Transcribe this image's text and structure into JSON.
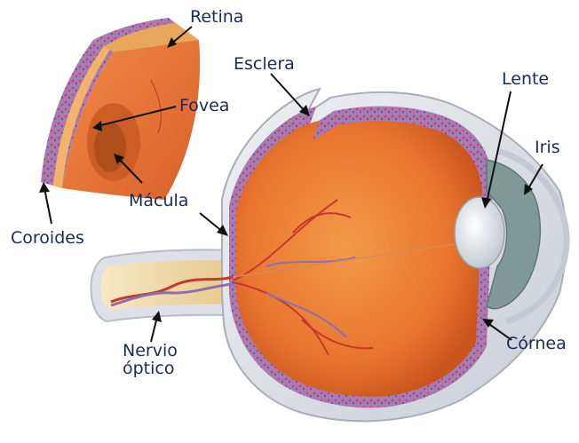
{
  "labels": {
    "retina": "Retina",
    "fovea": "Fovea",
    "macula": "Mácula",
    "coroides": "Coroides",
    "esclera": "Esclera",
    "lente": "Lente",
    "iris": "Iris",
    "cornea": "Córnea",
    "nervio_line1": "Nervio",
    "nervio_line2": "óptico"
  },
  "colors": {
    "sclera": "#d9dde3",
    "choroid": "#9b6fa8",
    "retina_tissue": "#e7703a",
    "vitreous": "#e8752f",
    "lens": "#dfe5ea",
    "iris": "#7f9a96",
    "optic_nerve": "#efd9a6",
    "label_text": "#1a2b57"
  }
}
